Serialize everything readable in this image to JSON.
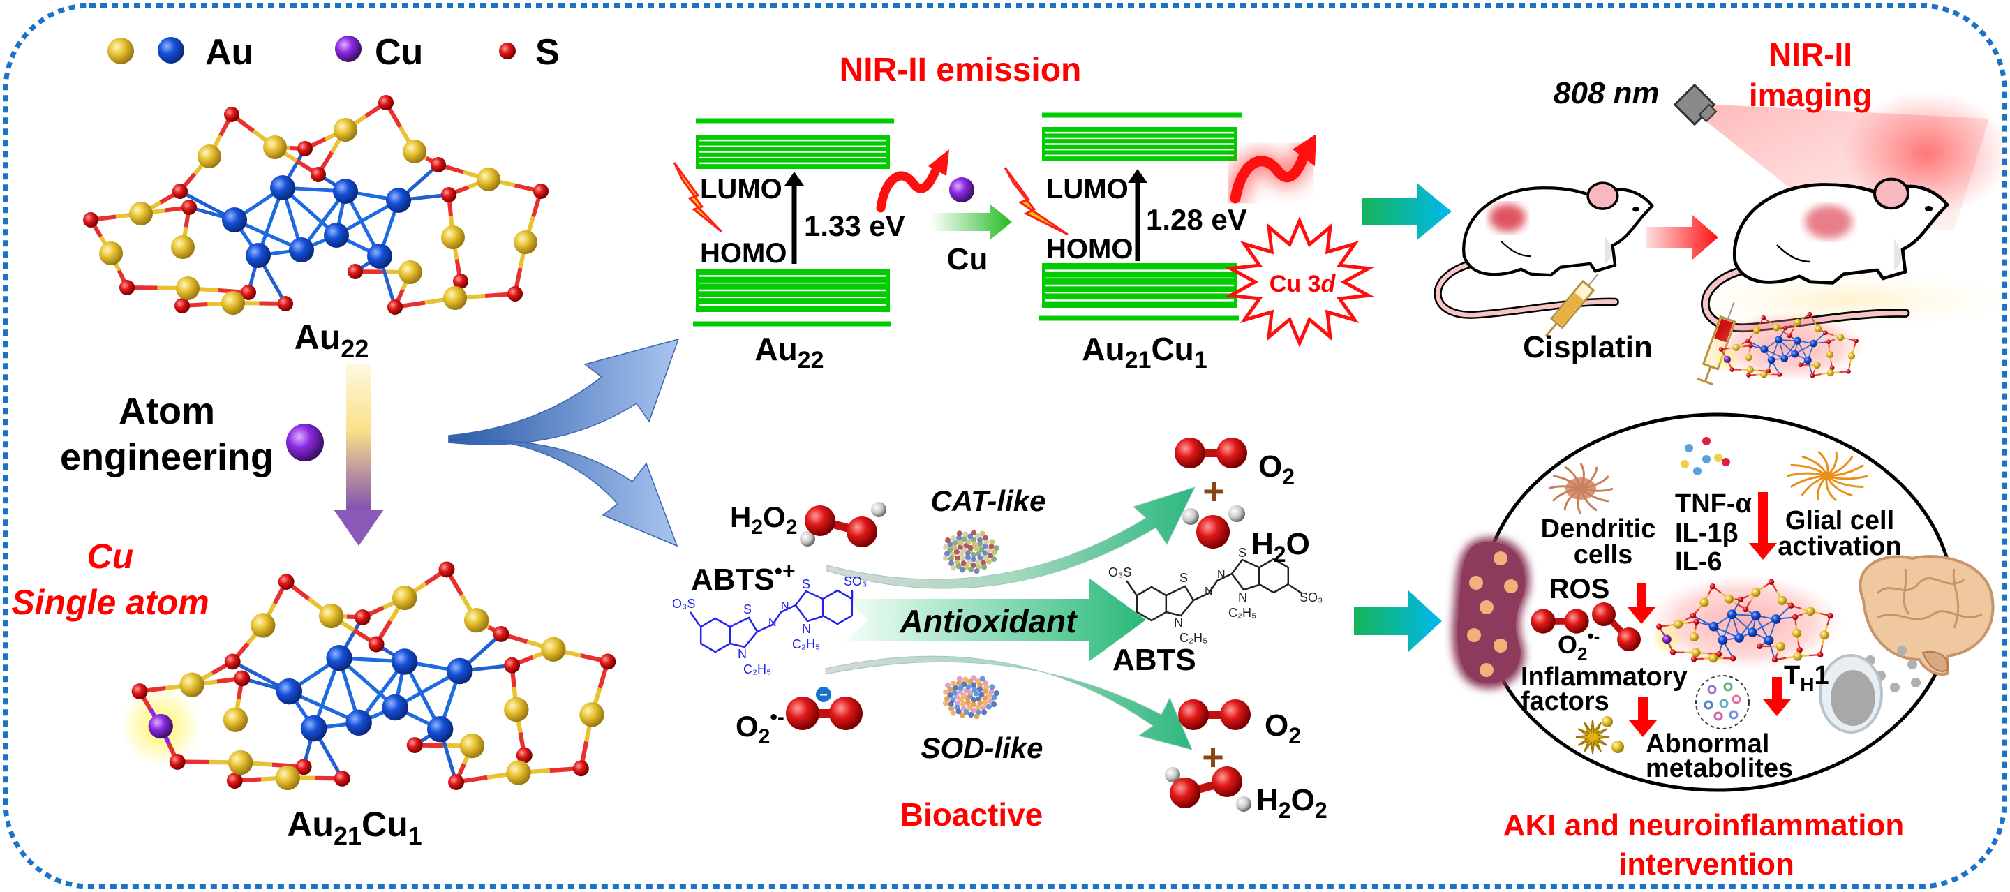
{
  "legend": {
    "au": "Au",
    "cu": "Cu",
    "s": "S"
  },
  "synthesis": {
    "au22": {
      "base": "Au",
      "sub": "22"
    },
    "step_line1": "Atom",
    "step_line2": "engineering",
    "note_line1": "Cu",
    "note_line2": "Single atom",
    "au21cu1": {
      "base1": "Au",
      "sub1": "21",
      "base2": "Cu",
      "sub2": "1"
    }
  },
  "emission": {
    "title": "NIR-II emission",
    "lumo": "LUMO",
    "homo": "HOMO",
    "gap_au22": "1.33 eV",
    "gap_au21cu1": "1.28 eV",
    "dopant": "Cu",
    "cu3d": "Cu 3",
    "cu3d_orbital": "d",
    "au22": {
      "base": "Au",
      "sub": "22"
    },
    "au21cu1": {
      "base1": "Au",
      "sub1": "21",
      "base2": "Cu",
      "sub2": "1"
    }
  },
  "imaging": {
    "laser": "808 nm",
    "title_line1": "NIR-II",
    "title_line2": "imaging",
    "drug": "Cisplatin"
  },
  "bioactive": {
    "title": "Bioactive",
    "cat": "CAT-like",
    "antioxidant": "Antioxidant",
    "sod": "SOD-like",
    "h2o2_in": {
      "a": "H",
      "b": "2",
      "c": "O",
      "d": "2"
    },
    "abts_radical": {
      "base": "ABTS",
      "sup": "•+"
    },
    "abts": "ABTS",
    "superoxide": {
      "base": "O",
      "sub": "2",
      "sup": "•-"
    },
    "minus": "−",
    "o2_top": {
      "base": "O",
      "sub": "2"
    },
    "plus": "+",
    "h2o": {
      "a": "H",
      "b": "2",
      "c": "O"
    },
    "o2_bottom": {
      "base": "O",
      "sub": "2"
    },
    "h2o2_out": {
      "a": "H",
      "b": "2",
      "c": "O",
      "d": "2"
    }
  },
  "abts_labels": {
    "s": "S",
    "n": "N",
    "ethyl": "C₂H₅",
    "sulfonate": "SO₃",
    "sulfonate_left": "O₃S"
  },
  "intervention": {
    "dendritic_line1": "Dendritic",
    "dendritic_line2": "cells",
    "cytokines": [
      "TNF-α",
      "IL-1β",
      "IL-6"
    ],
    "glial_line1": "Glial cell",
    "glial_line2": "activation",
    "ros": "ROS",
    "superoxide": {
      "base": "O",
      "sub": "2",
      "sup": "•-"
    },
    "inflammatory_line1": "Inflammatory",
    "inflammatory_line2": "factors",
    "th1": {
      "base": "T",
      "sub": "H",
      "tail": "1"
    },
    "metabolites_line1": "Abnormal",
    "metabolites_line2": "metabolites",
    "title_line1": "AKI and neuroinflammation",
    "title_line2": "intervention"
  },
  "icons": [
    "gold-atom",
    "blue-gold-atom",
    "copper-atom",
    "sulfur-atom",
    "lightning",
    "emission-arrow",
    "camera",
    "mouse",
    "syringe",
    "kidney",
    "brain",
    "dendritic-cell",
    "neuron",
    "t-cell",
    "exosome",
    "enzyme"
  ],
  "colors": {
    "border": "#1a73c8",
    "red_text": "#ff0000",
    "band_green": "#00cc00",
    "gold_atom": "#e8c232",
    "core_au": "#1550d8",
    "sulfur": "#e02020",
    "copper": "#8a2be2",
    "abts_radical": "#2222ee"
  }
}
